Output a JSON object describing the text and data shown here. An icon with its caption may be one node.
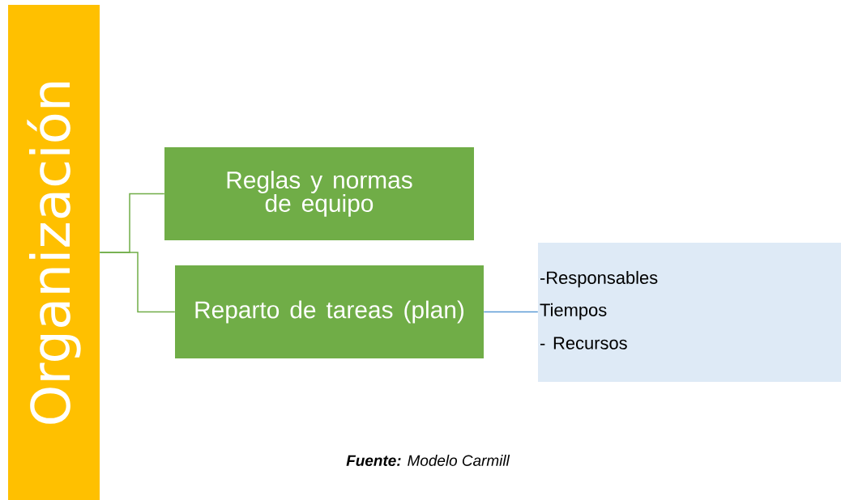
{
  "diagram": {
    "caption": "**Fuente:** Modelo Carmill",
    "nodes": [
      {
        "text": [
          "Organización"
        ]
      },
      {
        "text": [
          "Reglas y normas de equipo"
        ]
      },
      {
        "text": [
          "Reparto de tareas (plan)"
        ]
      },
      {
        "text": [
          "-Responsables",
          "Tiempos",
          "- Recursos"
        ]
      }
    ],
    "edges": [
      {
        "from": 0,
        "to": 1,
        "arrow": "none"
      },
      {
        "from": 0,
        "to": 2,
        "arrow": "none"
      },
      {
        "from": 2,
        "to": 3,
        "arrow": "none",
        "color": "#5b9bd5"
      }
    ]
  }
}
